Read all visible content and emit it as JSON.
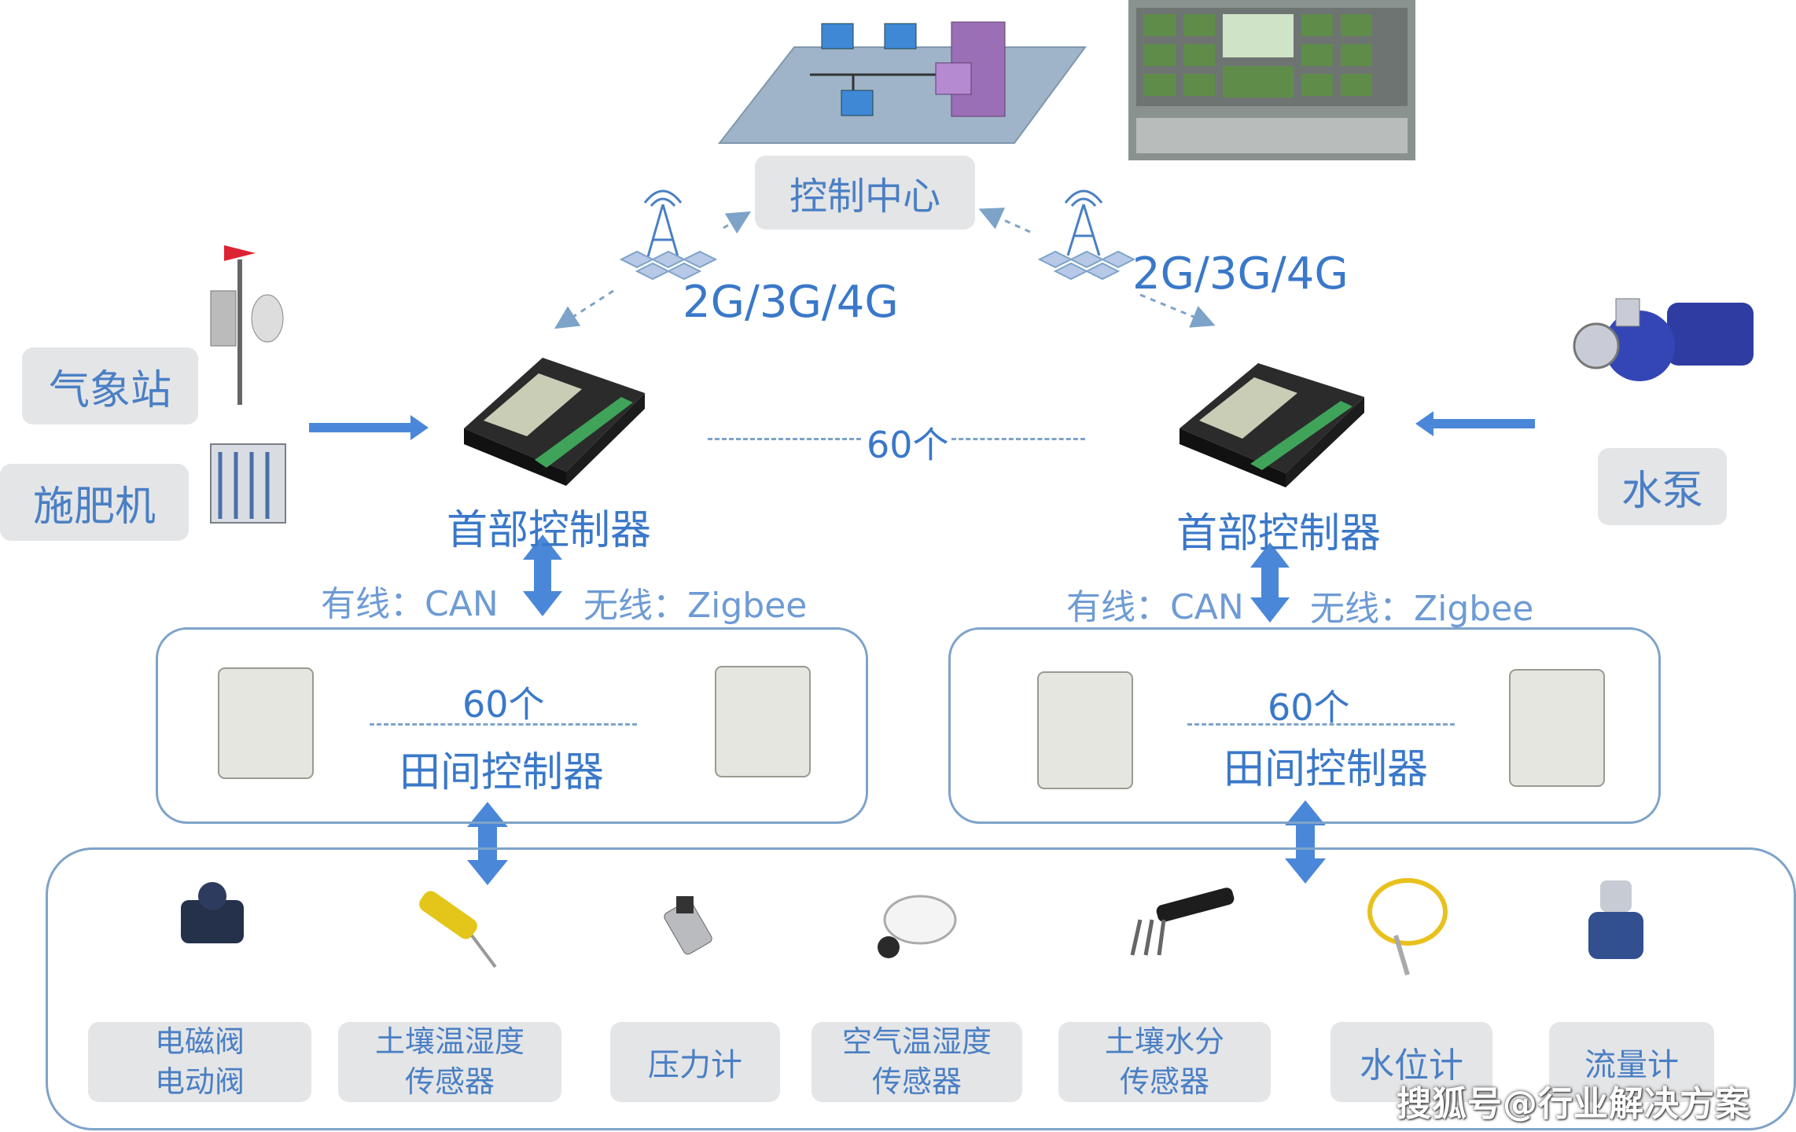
{
  "control_center": {
    "label": "控制中心"
  },
  "network": {
    "left_label": "2G/3G/4G",
    "right_label": "2G/3G/4G"
  },
  "inputs_left": [
    {
      "label": "气象站"
    },
    {
      "label": "施肥机"
    }
  ],
  "inputs_right": [
    {
      "label": "水泵"
    }
  ],
  "head_controllers": {
    "left_title": "首部控制器",
    "right_title": "首部控制器",
    "count_between": "60个"
  },
  "links": {
    "left_wired": "有线：CAN",
    "left_wireless": "无线：Zigbee",
    "right_wired": "有线：CAN",
    "right_wireless": "无线：Zigbee"
  },
  "field_controllers": {
    "left": {
      "count": "60个",
      "title": "田间控制器"
    },
    "right": {
      "count": "60个",
      "title": "田间控制器"
    }
  },
  "devices": [
    {
      "line1": "电磁阀",
      "line2": "电动阀"
    },
    {
      "line1": "土壤温湿度",
      "line2": "传感器"
    },
    {
      "line1": "压力计",
      "line2": ""
    },
    {
      "line1": "空气温湿度",
      "line2": "传感器"
    },
    {
      "line1": "土壤水分",
      "line2": "传感器"
    },
    {
      "line1": "水位计",
      "line2": ""
    },
    {
      "line1": "流量计",
      "line2": ""
    }
  ],
  "watermark": "搜狐号@行业解决方案",
  "colors": {
    "accent_blue": "#3a78c9",
    "arrow_blue": "#5b8fd1",
    "label_bg": "#e4e5e7",
    "outline": "#7ea3c9"
  }
}
